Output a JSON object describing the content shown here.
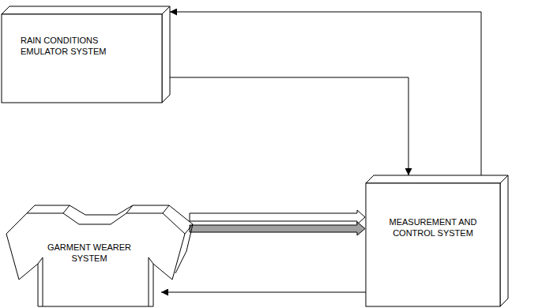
{
  "diagram": {
    "nodes": [
      {
        "text": [
          "RAIN CONDITIONS EMULATOR SYSTEM"
        ]
      },
      {
        "text": [
          "GARMENT WEARER SYSTEM"
        ]
      },
      {
        "text": [
          "MEASUREMENT AND CONTROL SYSTEM"
        ]
      }
    ],
    "edges": [
      {
        "from": 0,
        "to": 2,
        "arrow": "to"
      },
      {
        "from": 2,
        "to": 0,
        "arrow": "to"
      },
      {
        "from": 1,
        "to": 2,
        "arrow": "to"
      },
      {
        "from": 1,
        "to": 2,
        "arrow": "to"
      },
      {
        "from": 2,
        "to": 1,
        "arrow": "to"
      }
    ]
  }
}
